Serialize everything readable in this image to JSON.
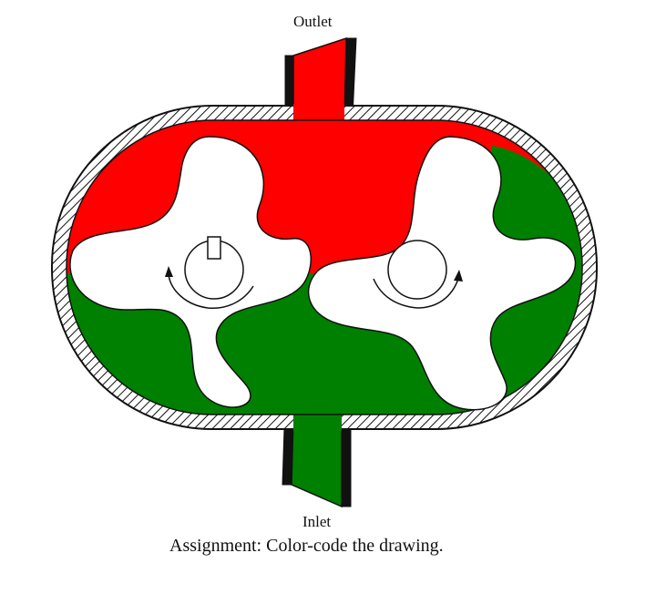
{
  "labels": {
    "outlet": "Outlet",
    "inlet": "Inlet",
    "caption": "Assignment: Color-code the drawing."
  },
  "colors": {
    "discharge_fluid": "#ff0000",
    "suction_fluid": "#008000",
    "rotor": "#ffffff",
    "casing_line": "#111111",
    "background": "#ffffff"
  },
  "icons": {
    "left_rotation": "clockwise-arrow-icon",
    "right_rotation": "counterclockwise-arrow-icon"
  }
}
